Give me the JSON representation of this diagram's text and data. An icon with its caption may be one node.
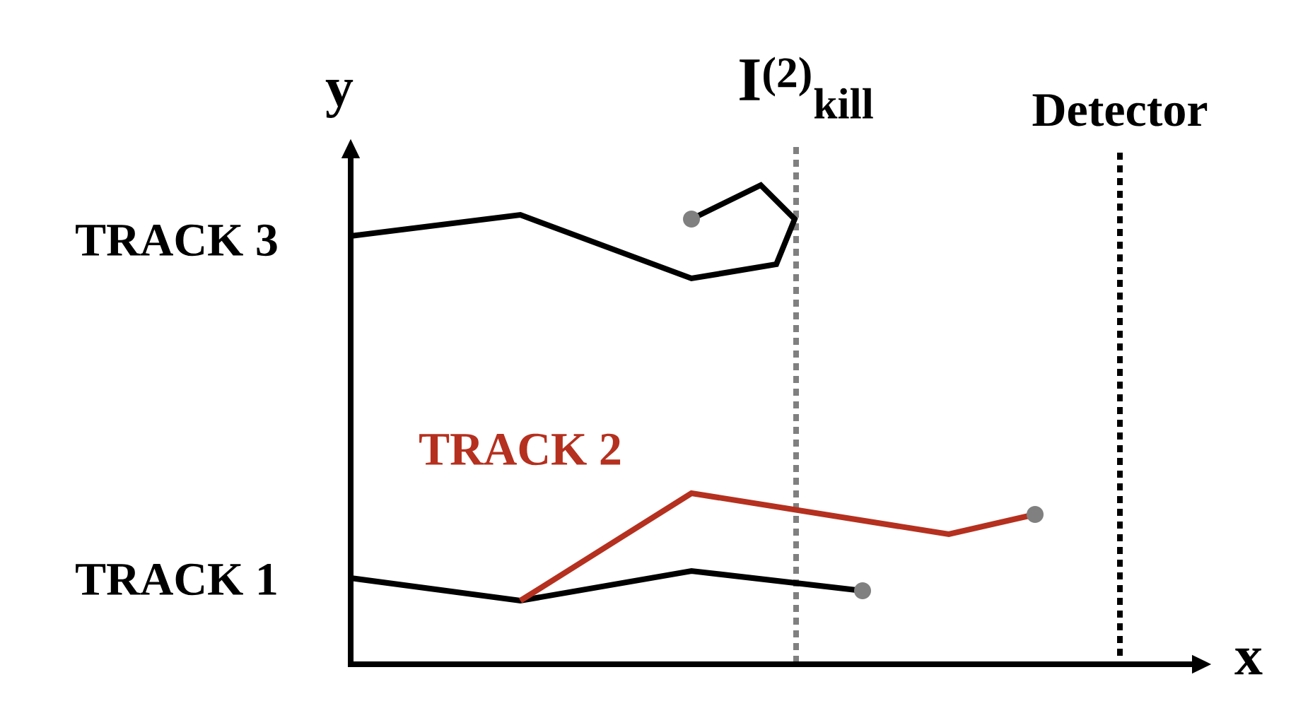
{
  "diagram": {
    "labels": [
      "y",
      "I$^{(2)}$$_{kill}$",
      "Detector",
      "TRACK 3",
      "TRACK 2",
      "TRACK 1",
      "x"
    ]
  }
}
